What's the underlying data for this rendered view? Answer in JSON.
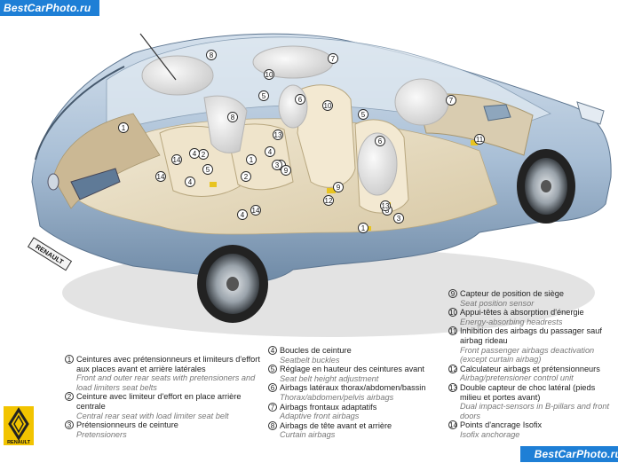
{
  "watermark": {
    "top": "BestCarPhoto.ru",
    "bottom": "BestCarPhoto.ru"
  },
  "brand": {
    "badge_text": "RENAULT",
    "logo_text": "RENAULT"
  },
  "colors": {
    "body": "#a9bfd6",
    "interior": "#e8dcc2",
    "airbag": "#e6e6e6",
    "sensor": "#e8c420"
  },
  "callouts": [
    {
      "n": "1"
    },
    {
      "n": "1"
    },
    {
      "n": "1"
    },
    {
      "n": "1"
    },
    {
      "n": "2"
    },
    {
      "n": "2"
    },
    {
      "n": "3"
    },
    {
      "n": "3"
    },
    {
      "n": "3"
    },
    {
      "n": "4"
    },
    {
      "n": "4"
    },
    {
      "n": "4"
    },
    {
      "n": "4"
    },
    {
      "n": "5"
    },
    {
      "n": "5"
    },
    {
      "n": "5"
    },
    {
      "n": "6"
    },
    {
      "n": "6"
    },
    {
      "n": "7"
    },
    {
      "n": "7"
    },
    {
      "n": "8"
    },
    {
      "n": "8"
    },
    {
      "n": "9"
    },
    {
      "n": "9"
    },
    {
      "n": "10"
    },
    {
      "n": "10"
    },
    {
      "n": "11"
    },
    {
      "n": "12"
    },
    {
      "n": "13"
    },
    {
      "n": "13"
    },
    {
      "n": "14"
    },
    {
      "n": "14"
    },
    {
      "n": "14"
    }
  ],
  "legend": [
    {
      "n": "1",
      "fr": "Ceintures avec prétensionneurs et limiteurs d'effort aux places avant et arrière latérales",
      "en": "Front and outer rear seats with pretensioners and load limiters seat belts"
    },
    {
      "n": "2",
      "fr": "Ceinture avec limiteur d'effort en place arrière centrale",
      "en": "Central rear seat with load limiter seat belt"
    },
    {
      "n": "3",
      "fr": "Prétensionneurs de ceinture",
      "en": "Pretensioners"
    },
    {
      "n": "4",
      "fr": "Boucles de ceinture",
      "en": "Seatbelt buckles"
    },
    {
      "n": "5",
      "fr": "Réglage en hauteur des ceintures avant",
      "en": "Seat belt height adjustment"
    },
    {
      "n": "6",
      "fr": "Airbags latéraux thorax/abdomen/bassin",
      "en": "Thorax/abdomen/pelvis airbags"
    },
    {
      "n": "7",
      "fr": "Airbags frontaux adaptatifs",
      "en": "Adaptive front airbags"
    },
    {
      "n": "8",
      "fr": "Airbags de tête avant et arrière",
      "en": "Curtain airbags"
    },
    {
      "n": "9",
      "fr": "Capteur de position de siège",
      "en": "Seat position sensor"
    },
    {
      "n": "10",
      "fr": "Appui-têtes à absorption d'énergie",
      "en": "Energy-absorbing headrests"
    },
    {
      "n": "11",
      "fr": "Inhibition des airbags du passager sauf airbag rideau",
      "en": "Front passenger airbags deactivation (except curtain airbag)"
    },
    {
      "n": "12",
      "fr": "Calculateur airbags et prétensionneurs",
      "en": "Airbag/pretensioner control unit"
    },
    {
      "n": "13",
      "fr": "Double capteur de choc latéral (pieds milieu et portes avant)",
      "en": "Dual impact-sensors in B-pillars and front doors"
    },
    {
      "n": "14",
      "fr": "Points d'ancrage Isofix",
      "en": "Isofix anchorage"
    }
  ]
}
